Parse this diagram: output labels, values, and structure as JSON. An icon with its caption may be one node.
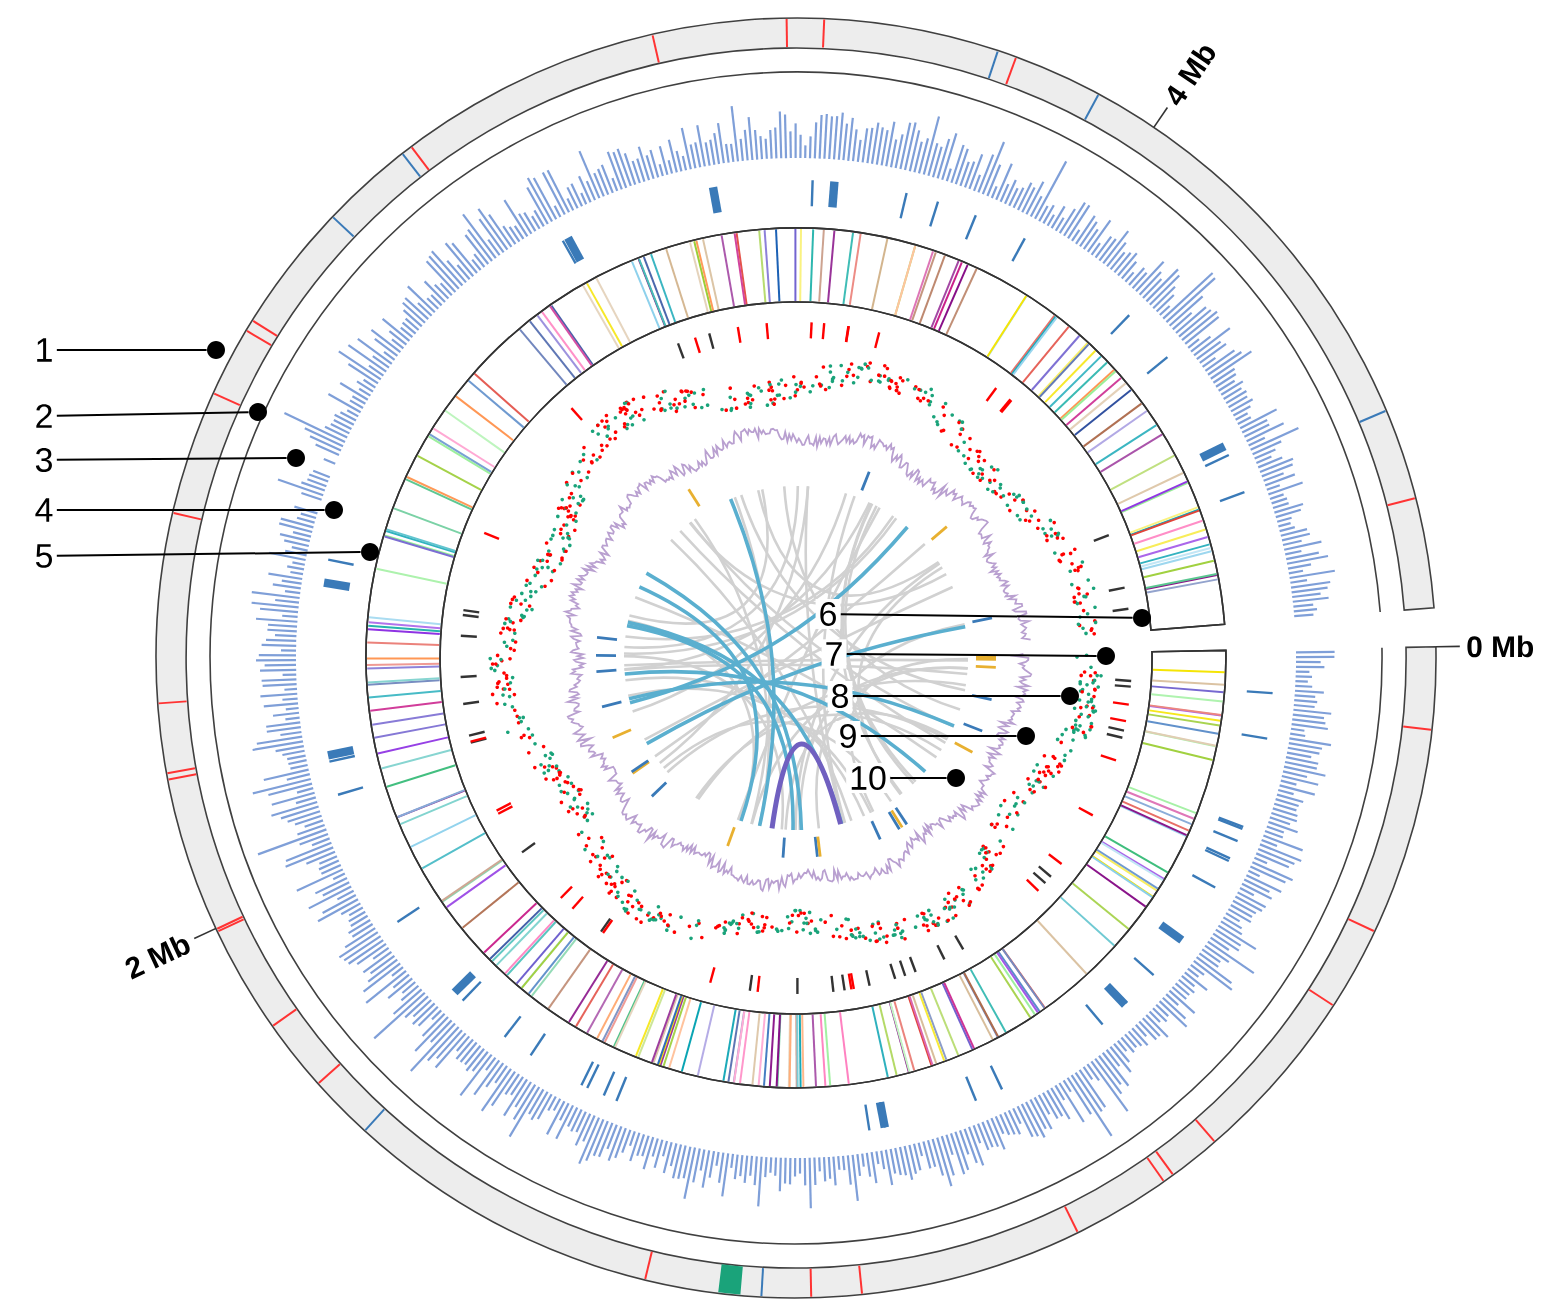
{
  "diagram": {
    "nodes": [
      {
        "text": [
          "1"
        ]
      },
      {
        "text": [
          "2"
        ]
      },
      {
        "text": [
          "3"
        ]
      },
      {
        "text": [
          "4"
        ]
      },
      {
        "text": [
          "5"
        ]
      },
      {
        "text": [
          "6"
        ]
      },
      {
        "text": [
          "7"
        ]
      },
      {
        "text": [
          "8"
        ]
      },
      {
        "text": [
          "9"
        ]
      },
      {
        "text": [
          "10"
        ]
      },
      {
        "text": [],
        "shape": "circle"
      },
      {
        "text": [],
        "shape": "circle"
      },
      {
        "text": [],
        "shape": "circle"
      },
      {
        "text": [],
        "shape": "circle"
      },
      {
        "text": [],
        "shape": "circle"
      },
      {
        "text": [],
        "shape": "circle"
      },
      {
        "text": [],
        "shape": "circle"
      },
      {
        "text": [],
        "shape": "circle"
      },
      {
        "text": [],
        "shape": "circle"
      },
      {
        "text": [],
        "shape": "circle"
      }
    ],
    "edges": [
      {
        "from": 0,
        "to": 10,
        "arrow": "none"
      },
      {
        "from": 1,
        "to": 11,
        "arrow": "none"
      },
      {
        "from": 2,
        "to": 12,
        "arrow": "none"
      },
      {
        "from": 3,
        "to": 13,
        "arrow": "none"
      },
      {
        "from": 4,
        "to": 14,
        "arrow": "none"
      },
      {
        "from": 5,
        "to": 15,
        "arrow": "none"
      },
      {
        "from": 6,
        "to": 16,
        "arrow": "none"
      },
      {
        "from": 7,
        "to": 17,
        "arrow": "none"
      },
      {
        "from": 8,
        "to": 18,
        "arrow": "none"
      },
      {
        "from": 9,
        "to": 19,
        "arrow": "none"
      }
    ],
    "labels": [
      "4 Mb",
      "0 Mb",
      "2 Mb"
    ]
  }
}
